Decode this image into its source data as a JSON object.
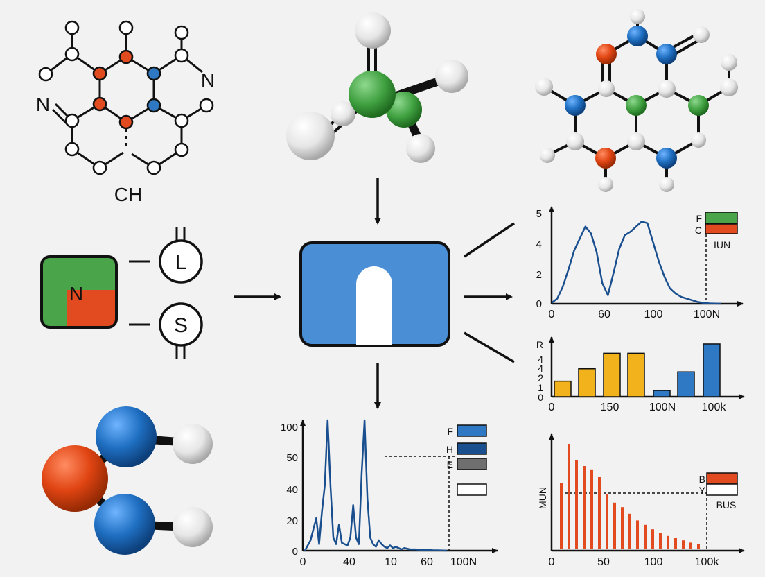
{
  "labels": {
    "mol_top_left_n_right": "N",
    "mol_top_left_n_left": "N",
    "mol_top_left_ch": "CH",
    "module_n": "N",
    "circle_l": "L",
    "circle_s": "S"
  },
  "colors": {
    "red": "#e24a1f",
    "blue": "#2f78c4",
    "green": "#4aa54a",
    "yellow": "#f2b21c",
    "dark_blue": "#1a4f8f",
    "processor_blue": "#4a8fd6",
    "gray": "#6f6f6f"
  },
  "chart_data": [
    {
      "id": "line-top-right",
      "type": "line",
      "yticks": [
        "0",
        "2",
        "4",
        "5"
      ],
      "xticks": [
        "0",
        "60",
        "100",
        "100N"
      ],
      "legend": [
        "F",
        "C"
      ],
      "legend_colors": [
        "#4aa54a",
        "#e24a1f"
      ],
      "annotation": "IUN",
      "ylim": [
        0,
        5.5
      ],
      "x": [
        0,
        5,
        10,
        15,
        20,
        25,
        30,
        35,
        40,
        45,
        50,
        55,
        60,
        65,
        70,
        75,
        80,
        85,
        90,
        95,
        100,
        105,
        110,
        115,
        120,
        125,
        130,
        135,
        140,
        145,
        150
      ],
      "y": [
        0.05,
        0.3,
        1.0,
        2.0,
        3.1,
        3.8,
        4.5,
        4.1,
        3.0,
        1.2,
        0.5,
        1.8,
        3.2,
        4.0,
        4.2,
        4.5,
        4.8,
        4.7,
        3.6,
        2.5,
        1.6,
        0.9,
        0.6,
        0.4,
        0.3,
        0.2,
        0.1,
        0.05,
        0.02,
        0.01,
        0
      ]
    },
    {
      "id": "bar-middle-right",
      "type": "bar",
      "yticks": [
        "0",
        "1",
        "2",
        "4",
        "4",
        "R"
      ],
      "xticks": [
        "0",
        "150",
        "100N",
        "100k"
      ],
      "ylim": [
        0,
        5.5
      ],
      "values": [
        1.5,
        2.7,
        4.2,
        4.2,
        0.6,
        2.4,
        5.1
      ],
      "colors": [
        "#f2b21c",
        "#f2b21c",
        "#f2b21c",
        "#f2b21c",
        "#2f78c4",
        "#2f78c4",
        "#2f78c4"
      ]
    },
    {
      "id": "line-bottom-center",
      "type": "line",
      "yticks": [
        "0",
        "20",
        "40",
        "50",
        "100"
      ],
      "xticks": [
        "0",
        "40",
        "10",
        "60",
        "100N"
      ],
      "legend": [
        "F",
        "H",
        "E",
        ""
      ],
      "legend_colors": [
        "#2f78c4",
        "#1a4f8f",
        "#6f6f6f",
        "#ffffff"
      ],
      "ylim": [
        0,
        100
      ],
      "x": [
        0,
        4,
        8,
        10,
        12,
        14,
        16,
        18,
        20,
        22,
        24,
        26,
        28,
        30,
        32,
        34,
        36,
        38,
        40,
        42,
        44,
        46,
        48,
        50,
        52,
        54,
        56,
        58,
        60,
        62,
        64,
        66,
        68,
        70,
        74,
        78,
        82,
        86,
        90,
        96,
        100
      ],
      "y": [
        0,
        8,
        25,
        5,
        30,
        50,
        100,
        50,
        10,
        5,
        20,
        6,
        5,
        4,
        10,
        35,
        10,
        5,
        60,
        100,
        40,
        10,
        5,
        3,
        8,
        5,
        3,
        2,
        4,
        2,
        3,
        2,
        1,
        2,
        1,
        1,
        0.5,
        0.5,
        0.3,
        0.2,
        0
      ]
    },
    {
      "id": "stem-bottom-right",
      "type": "bar",
      "ylabel": "MUN",
      "xticks": [
        "0",
        "50",
        "100",
        "100k"
      ],
      "legend": [
        "B",
        "Y"
      ],
      "legend_colors": [
        "#e24a1f",
        "#ffffff"
      ],
      "annotation": "BUS",
      "ylim": [
        0,
        100
      ],
      "values": [
        60,
        95,
        80,
        75,
        72,
        65,
        50,
        42,
        38,
        32,
        26,
        22,
        18,
        15,
        12,
        10,
        8,
        6,
        5
      ]
    }
  ]
}
